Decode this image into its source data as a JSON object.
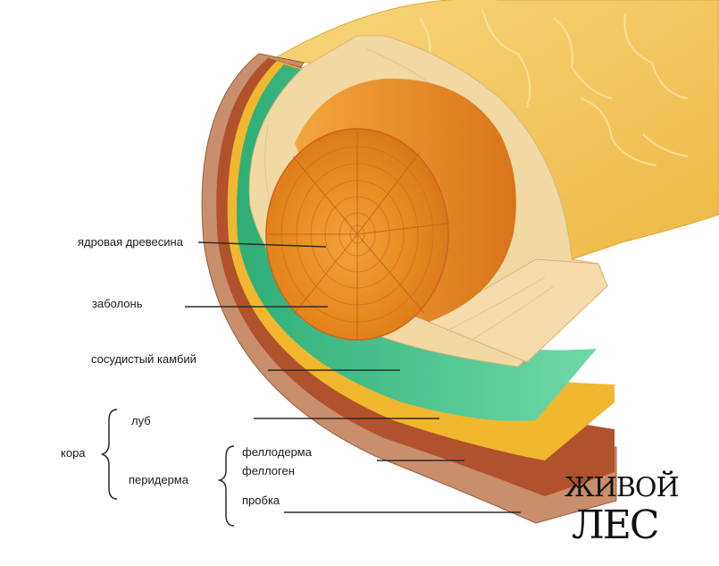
{
  "labels": {
    "heartwood": "ядровая древесина",
    "sapwood": "заболонь",
    "cambium": "сосудистый камбий",
    "bark": "кора",
    "phloem": "луб",
    "periderm": "перидерма",
    "phelloderm": "феллодерма",
    "phellogen": "феллоген",
    "cork": "пробка"
  },
  "logo": {
    "line1": "ЖИВОЙ",
    "line2": "ЛЕС"
  },
  "colors": {
    "heartwood": "#e8891e",
    "sapwood": "#f2d9a4",
    "cambium": "#3fbf86",
    "phloem": "#f0b72f",
    "periderm": "#b0522c",
    "cork": "#c1795b",
    "outer_bark": "#f4c95c"
  }
}
